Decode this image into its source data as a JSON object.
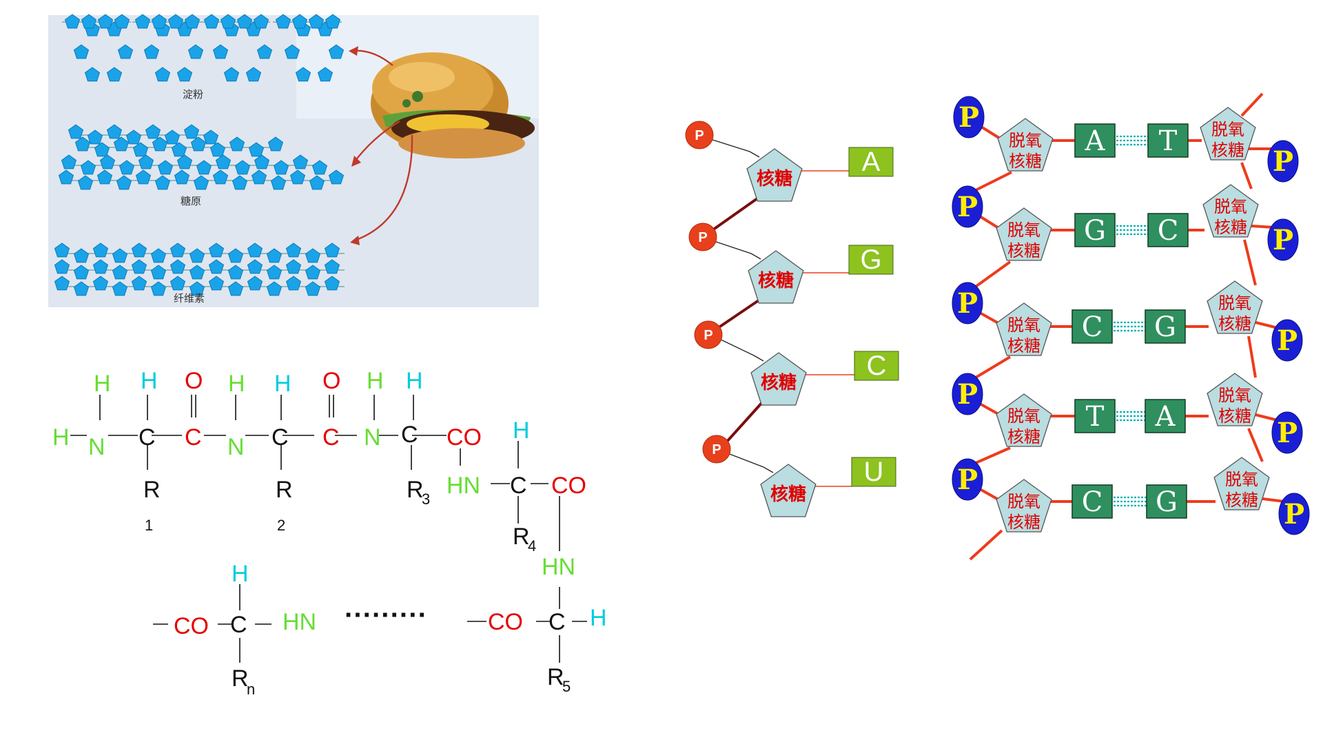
{
  "colors": {
    "chem_green": "#66dd33",
    "chem_cyan": "#00ccdd",
    "chem_red": "#e60000",
    "chem_black": "#111111",
    "phosphate_rna": "#e8401c",
    "phosphate_dna": "#1a1fd6",
    "phosphate_dna_text": "#ffee00",
    "sugar_fill": "#b9dde0",
    "sugar_text": "#e00000",
    "rna_base_fill": "#8dc21f",
    "dna_base_fill": "#2f8f5f",
    "dna_backbone": "#ee3b1c",
    "rna_backbone": "#7a0e0e",
    "hbond": "#00b3b3",
    "photo_bg": "#dfe6f0",
    "glucose_blue": "#1aa3e8"
  },
  "polysaccharides": {
    "starch_label": "淀粉",
    "glycogen_label": "糖原",
    "cellulose_label": "纤维素",
    "food_icon": "hamburger-icon"
  },
  "peptide": {
    "top_chain": {
      "h_atoms": [
        "H",
        "H",
        "H",
        "H",
        "H",
        "H"
      ],
      "o_atoms": [
        "O",
        "O"
      ],
      "n_atoms": [
        "N",
        "N",
        "N"
      ],
      "c_atoms": [
        "C",
        "C",
        "C"
      ],
      "co_groups": [
        "C",
        "C",
        "CO"
      ],
      "r_groups": [
        "R",
        "R",
        "R"
      ],
      "r_subscripts": [
        "1",
        "2",
        "3"
      ]
    },
    "middle": {
      "h_top": "H",
      "hn_left": "HN",
      "c_center": "C",
      "co_right": "CO",
      "r_group": "R",
      "r_sub": "4",
      "hn_down": "HN"
    },
    "bottom": {
      "co_left": "CO",
      "c_left": "C",
      "h_left": "H",
      "hn_mid": "HN",
      "r_left": "R",
      "r_left_sub": "n",
      "dots": "·········",
      "co_right": "CO",
      "c_right": "C",
      "h_right": "H",
      "r_right": "R",
      "r_right_sub": "5"
    }
  },
  "rna": {
    "phosphate_label": "P",
    "sugar_label": "核糖",
    "bases": [
      "A",
      "G",
      "C",
      "U"
    ]
  },
  "dna": {
    "phosphate_label": "P",
    "sugar_label_top": "脱氧",
    "sugar_label_bottom": "核糖",
    "pairs": [
      {
        "left": "A",
        "right": "T"
      },
      {
        "left": "G",
        "right": "C"
      },
      {
        "left": "C",
        "right": "G"
      },
      {
        "left": "T",
        "right": "A"
      },
      {
        "left": "C",
        "right": "G"
      }
    ]
  }
}
